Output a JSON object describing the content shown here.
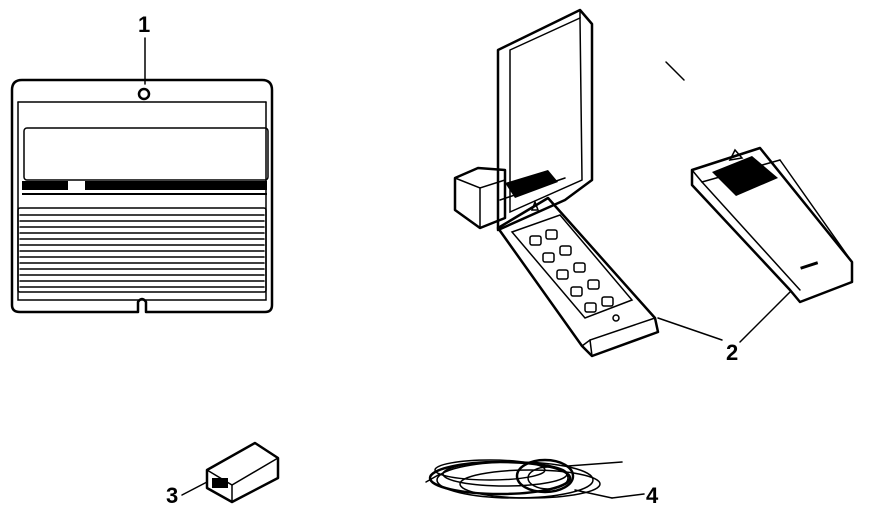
{
  "callouts": {
    "part1": "1",
    "part2": "2",
    "part3": "3",
    "part4": "4"
  },
  "icons": {
    "receiver": "receiver-cover-icon",
    "keypad": "wireless-keypad-icon",
    "remote": "remote-transmitter-icon",
    "battery": "battery-icon",
    "wire": "coiled-wire-icon"
  },
  "colors": {
    "ink": "#000000",
    "paper": "#ffffff"
  }
}
